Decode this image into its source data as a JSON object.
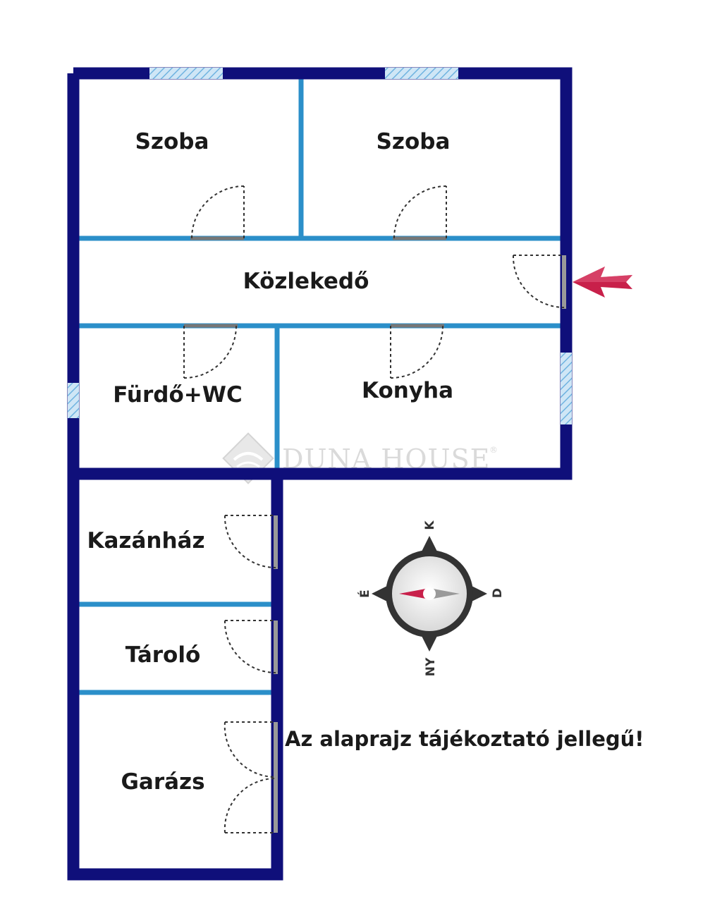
{
  "rooms": {
    "szoba_left": "Szoba",
    "szoba_right": "Szoba",
    "kozlekedo": "Közlekedő",
    "furdo_wc": "Fürdő+WC",
    "konyha": "Konyha",
    "kazanhaz": "Kazánház",
    "tarolo": "Tároló",
    "garazs": "Garázs"
  },
  "note": "Az alaprajz tájékoztató jellegű!",
  "watermark": {
    "brand": "DUNA HOUSE",
    "mark": "®"
  },
  "compass": {
    "north": "K",
    "south": "NY",
    "west": "É",
    "east": "D"
  },
  "colors": {
    "outer_wall": "#0f0f7a",
    "inner_wall": "#2b8fc9",
    "window_hatch": "#6fb3e0",
    "door_leaf": "#777777",
    "entrance_arrow": "#c8204a",
    "compass_needle": "#c8204a"
  }
}
